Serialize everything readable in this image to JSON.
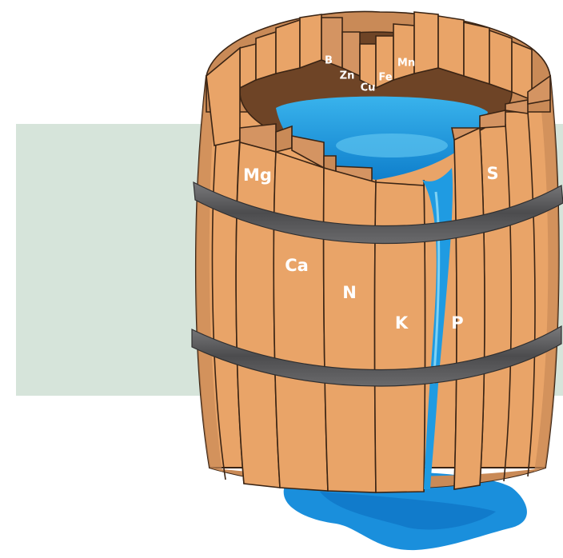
{
  "nutrients": {
    "back": {
      "b": "B",
      "zn": "Zn",
      "cu": "Cu",
      "fe": "Fe",
      "mn": "Mn"
    },
    "front": {
      "mg": "Mg",
      "s": "S",
      "ca": "Ca",
      "n": "N",
      "k": "K",
      "p": "P"
    }
  },
  "colors": {
    "background_panel": "#d6e4da",
    "stave": "#e9a468",
    "stave_dark": "#c98a57",
    "stave_outline": "#3a2414",
    "hoop": "#58585a",
    "water": "#1f9be2",
    "water_light": "#5cc3ef"
  }
}
